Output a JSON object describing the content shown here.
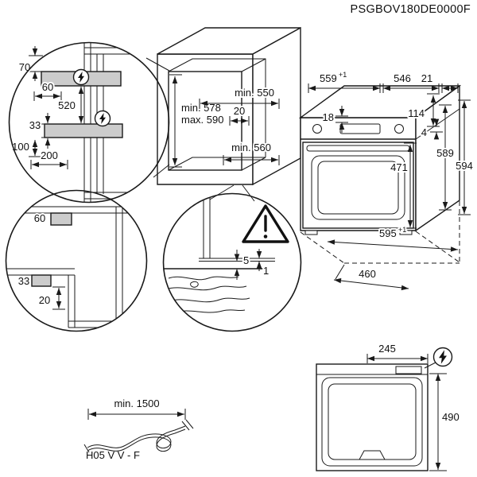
{
  "doc_code": "PSGBOV180DE0000F",
  "colors": {
    "line": "#1a1a1a",
    "rail_fill": "#cccccc",
    "background": "#ffffff"
  },
  "icons": {
    "power": "lightning-bolt-in-circle",
    "warning": "exclamation-warning-triangle"
  },
  "detail_top": {
    "dim_70": "70",
    "dim_60": "60",
    "dim_520": "520",
    "dim_33": "33",
    "dim_100": "100",
    "dim_200": "200"
  },
  "cabinet": {
    "width_min": "min. 550",
    "dim_20": "20",
    "height_min": "min. 578",
    "height_max": "max. 590",
    "depth_min": "min. 560"
  },
  "oven": {
    "width_top": "559",
    "width_top_tol": "+1",
    "depth_top": "546",
    "dim_21": "21",
    "dim_18": "18",
    "dim_114": "114",
    "dim_4": "4",
    "height_589": "589",
    "height_594": "594",
    "door_height_471": "471",
    "width_bottom": "595",
    "width_bottom_tol": "+1",
    "depth_bottom_460": "460"
  },
  "detail_mid": {
    "dim_60": "60",
    "dim_33": "33",
    "dim_20": "20"
  },
  "detail_floor": {
    "dim_5": "5",
    "dim_1": "1"
  },
  "cable": {
    "length_min": "min. 1500",
    "cable_type": "H05 V V - F"
  },
  "top_view": {
    "dim_245": "245",
    "dim_490": "490"
  }
}
